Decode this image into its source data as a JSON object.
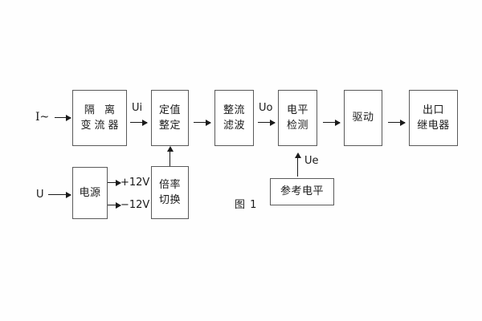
{
  "figure": {
    "caption": "图 1",
    "background_color": "#fefefe",
    "line_color": "#1a1a1a",
    "box_border_color": "#5a5a5a"
  },
  "signal_chain": {
    "input_label": "I~",
    "blocks": [
      {
        "id": "isolation-ct",
        "line1": "隔 离",
        "line2": "变流器"
      },
      {
        "id": "setting",
        "line1": "定值",
        "line2": "整定"
      },
      {
        "id": "rectify-filter",
        "line1": "整流",
        "line2": "滤波"
      },
      {
        "id": "level-detect",
        "line1": "电平",
        "line2": "检测"
      },
      {
        "id": "driver",
        "line1": "驱动",
        "line2": ""
      },
      {
        "id": "output-relay",
        "line1": "出口",
        "line2": "继电器"
      }
    ],
    "signal_labels": {
      "after_isolation": "Ui",
      "after_rectify": "Uo"
    }
  },
  "power_section": {
    "input_label": "U",
    "supply_block": {
      "id": "power-supply",
      "line1": "电源",
      "line2": ""
    },
    "rails": [
      "+12V",
      "−12V"
    ],
    "multiplier_block": {
      "id": "multiplier-switch",
      "line1": "倍率",
      "line2": "切换"
    }
  },
  "reference_section": {
    "block": {
      "id": "reference-level",
      "line1": "参考电平",
      "line2": ""
    },
    "signal_label": "Ue"
  }
}
